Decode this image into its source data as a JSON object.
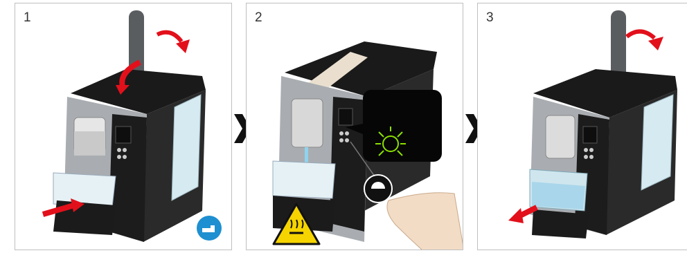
{
  "steps": [
    {
      "number": "1"
    },
    {
      "number": "2"
    },
    {
      "number": "3"
    }
  ],
  "colors": {
    "machine_body": "#1e1e1e",
    "machine_silver": "#a9adb1",
    "water_tank": "#cfe6ee",
    "arrow_red": "#e2101b",
    "hand_info_blue": "#1e8fd0",
    "warning_yellow": "#f5d400",
    "steam_light_green": "#8be000"
  },
  "icons": {
    "step1_badge": "hand-pointer-icon",
    "step2_callout": "steam-light-icon",
    "step2_button": "steam-button-icon",
    "step2_warning": "hot-surface-warning-icon"
  }
}
